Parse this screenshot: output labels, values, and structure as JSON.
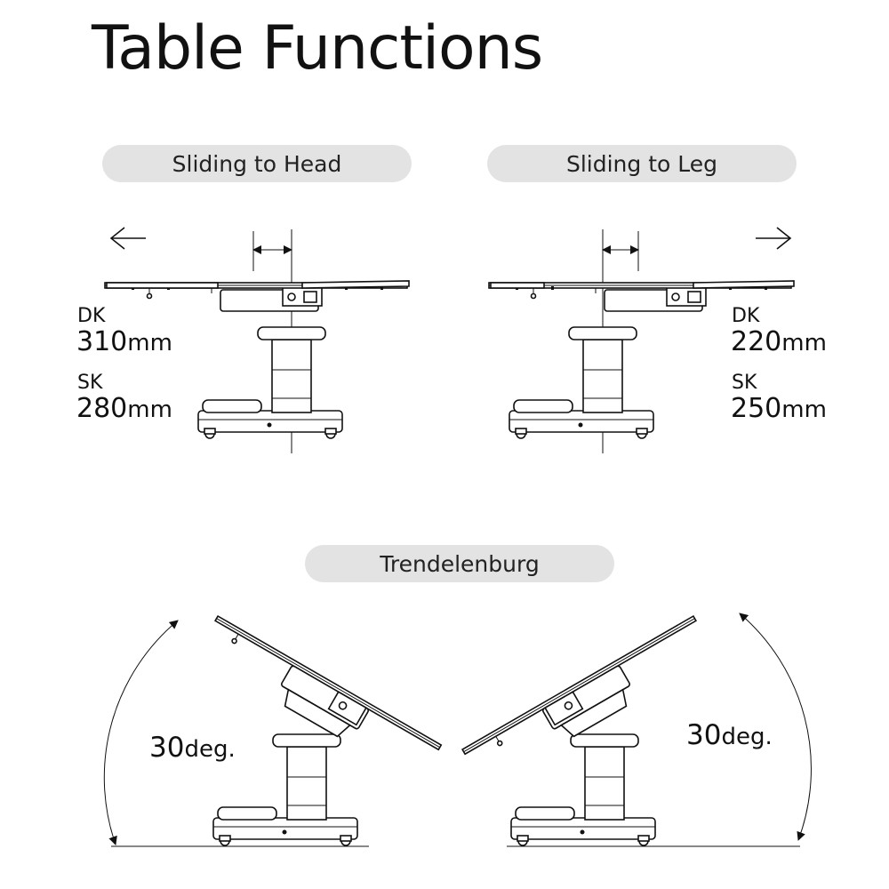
{
  "title": "Table Functions",
  "sections": {
    "head": {
      "label": "Sliding to Head",
      "dk_label": "DK",
      "dk_value": "310",
      "dk_unit": "mm",
      "sk_label": "SK",
      "sk_value": "280",
      "sk_unit": "mm"
    },
    "leg": {
      "label": "Sliding to Leg",
      "dk_label": "DK",
      "dk_value": "220",
      "dk_unit": "mm",
      "sk_label": "SK",
      "sk_value": "250",
      "sk_unit": "mm"
    },
    "trendelenburg": {
      "label": "Trendelenburg",
      "left_angle": "30",
      "right_angle": "30",
      "angle_unit": "deg."
    }
  }
}
